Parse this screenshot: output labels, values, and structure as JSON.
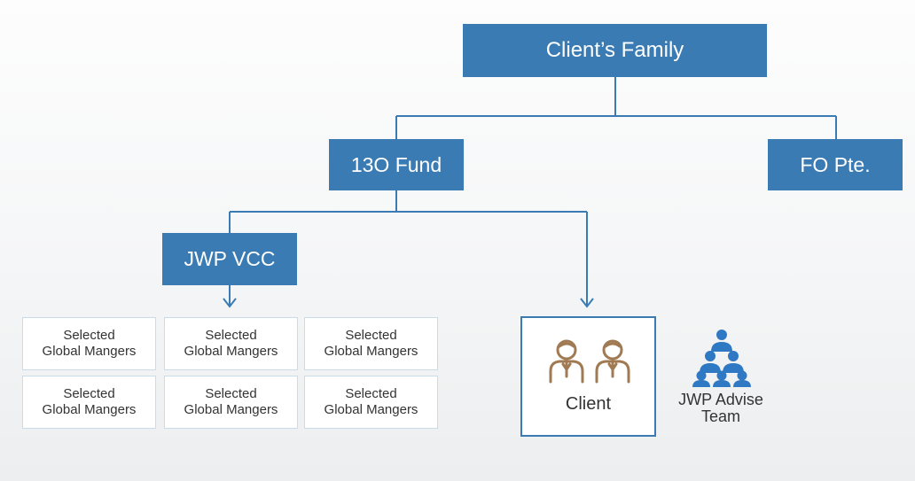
{
  "nodes": {
    "family": "Client’s Family",
    "fund": "13O Fund",
    "fo": "FO Pte.",
    "vcc": "JWP VCC"
  },
  "managers": [
    {
      "line1": "Selected",
      "line2": "Global Mangers"
    },
    {
      "line1": "Selected",
      "line2": "Global Mangers"
    },
    {
      "line1": "Selected",
      "line2": "Global Mangers"
    },
    {
      "line1": "Selected",
      "line2": "Global Mangers"
    },
    {
      "line1": "Selected",
      "line2": "Global Mangers"
    },
    {
      "line1": "Selected",
      "line2": "Global Mangers"
    }
  ],
  "client": {
    "label": "Client",
    "icon": "person-pair-icon"
  },
  "team": {
    "line1": "JWP Advise",
    "line2": "Team",
    "icon": "team-hierarchy-icon"
  },
  "colors": {
    "box_fill": "#3a7bb3",
    "box_text": "#ffffff",
    "connector": "#3a7bb3",
    "manager_border": "#c8dcea",
    "client_icon": "#a07a52",
    "team_icon": "#2f78c4"
  }
}
